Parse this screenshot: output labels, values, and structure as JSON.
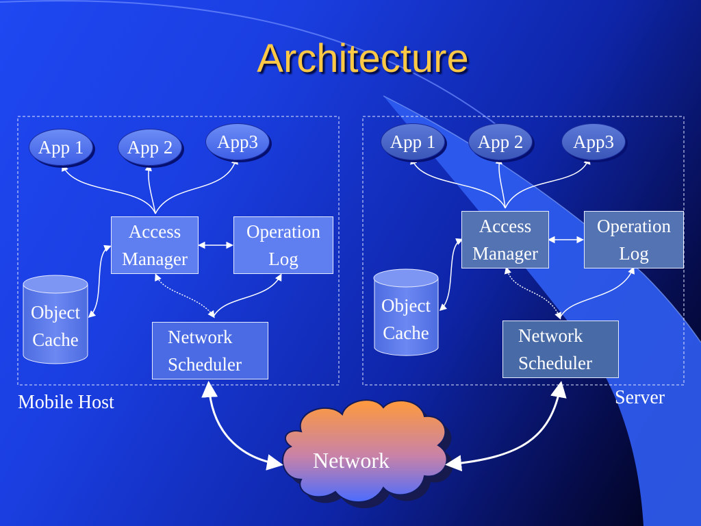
{
  "title": "Architecture",
  "mobile_host": {
    "label": "Mobile Host",
    "apps": [
      "App 1",
      "App 2",
      "App3"
    ],
    "access_manager": [
      "Access",
      "Manager"
    ],
    "operation_log": [
      "Operation",
      "Log"
    ],
    "object_cache": [
      "Object",
      "Cache"
    ],
    "network_scheduler": [
      "Network",
      "Scheduler"
    ]
  },
  "server": {
    "label": "Server",
    "apps": [
      "App 1",
      "App 2",
      "App3"
    ],
    "access_manager": [
      "Access",
      "Manager"
    ],
    "operation_log": [
      "Operation",
      "Log"
    ],
    "object_cache": [
      "Object",
      "Cache"
    ],
    "network_scheduler": [
      "Network",
      "Scheduler"
    ]
  },
  "network": {
    "label": "Network"
  },
  "colors": {
    "title": "#ffc845",
    "cloud_top": "#ff9a3c",
    "cloud_bottom": "#4a6cff",
    "node_fill": "#5f7ff0",
    "server_node_fill": "#5473b2"
  }
}
